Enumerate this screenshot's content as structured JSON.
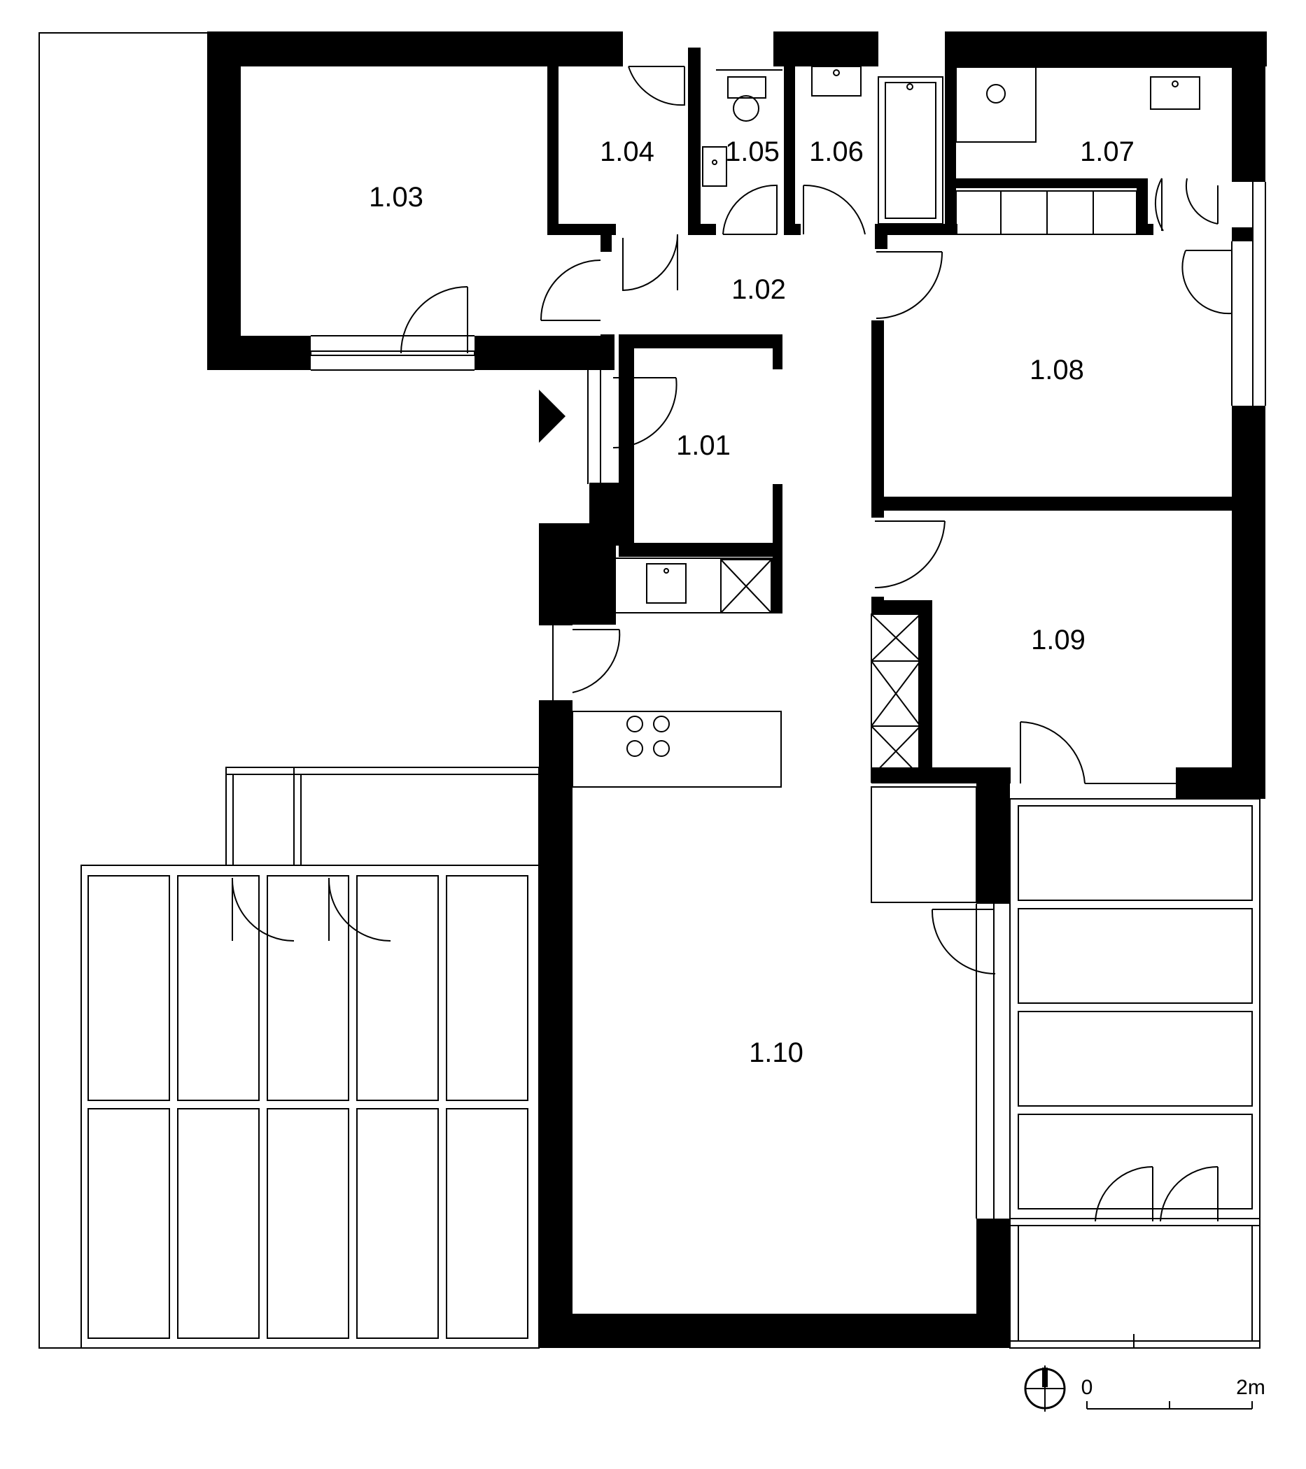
{
  "rooms": {
    "r101": "1.01",
    "r102": "1.02",
    "r103": "1.03",
    "r104": "1.04",
    "r105": "1.05",
    "r106": "1.06",
    "r107": "1.07",
    "r108": "1.08",
    "r109": "1.09",
    "r110": "1.10"
  },
  "scale": {
    "start_label": "0",
    "end_label": "2m"
  },
  "icons": {
    "north": "north-arrow-icon",
    "entrance": "entrance-triangle-icon"
  }
}
